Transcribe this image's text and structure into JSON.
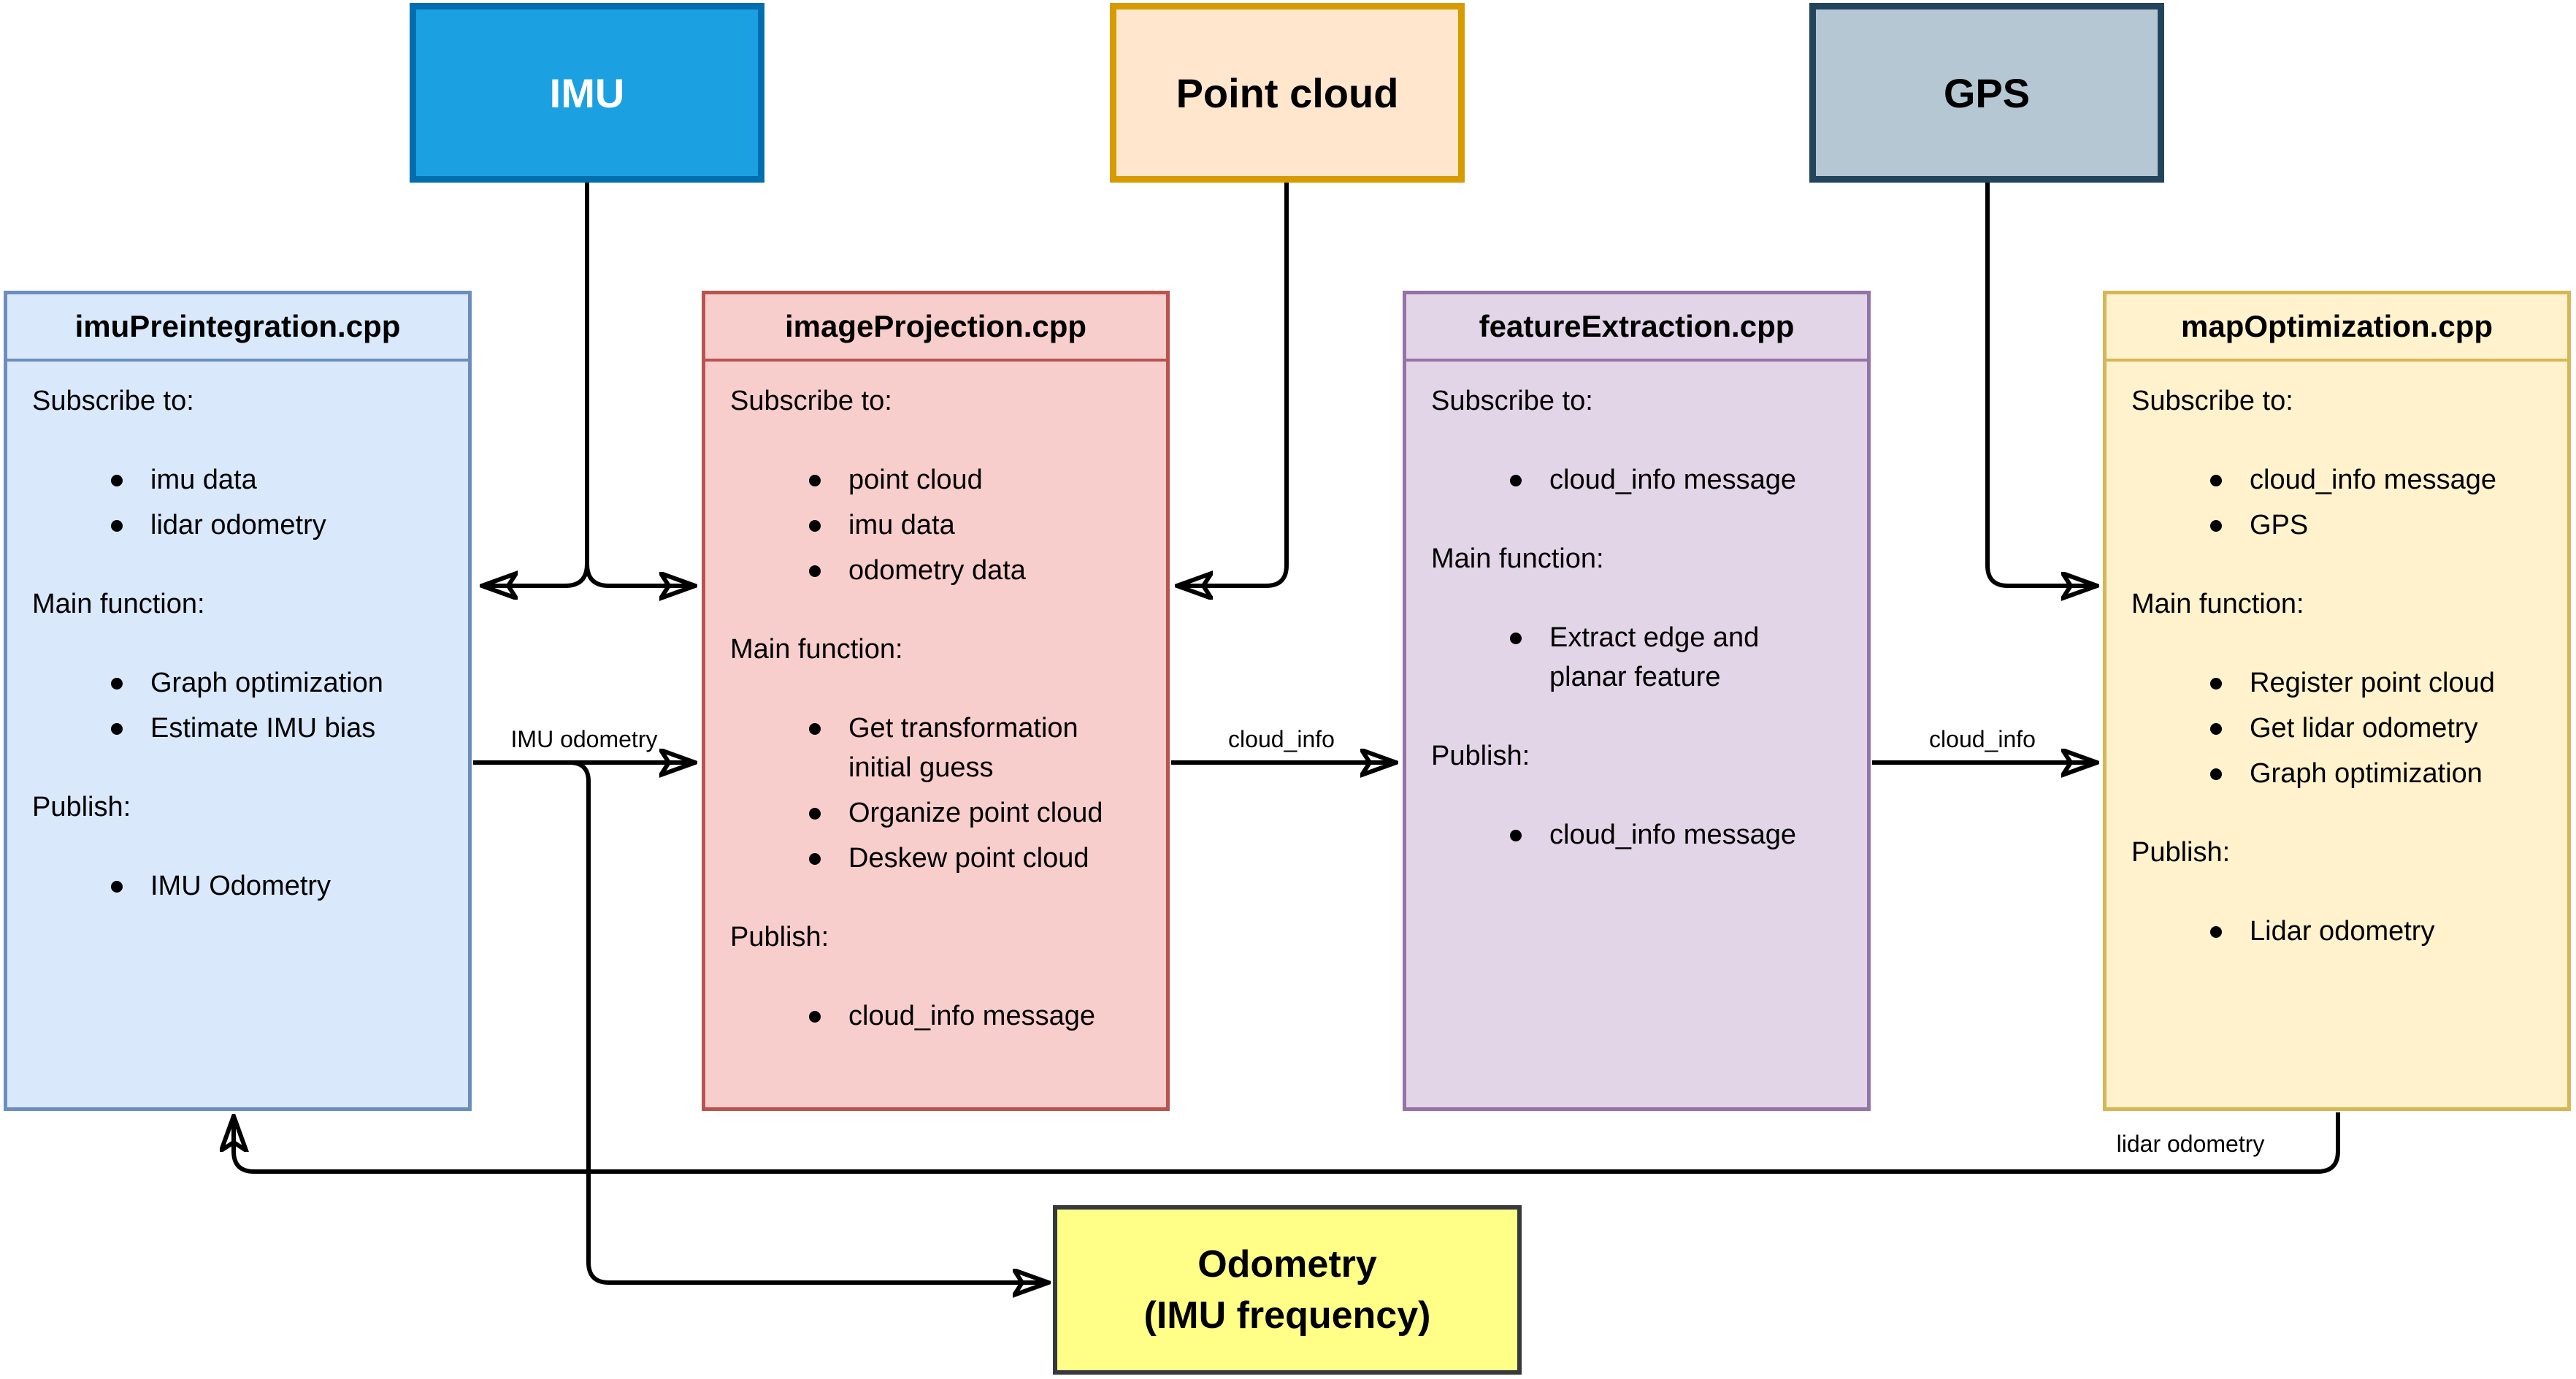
{
  "diagram": {
    "sources": [
      {
        "id": "imu",
        "label": "IMU",
        "fill": "#1ba1e2",
        "stroke": "#006eaf",
        "text_color": "#ffffff"
      },
      {
        "id": "pointcloud",
        "label": "Point cloud",
        "fill": "#ffe6cc",
        "stroke": "#d79b00",
        "text_color": "#000000"
      },
      {
        "id": "gps",
        "label": "GPS",
        "fill": "#b5c7d3",
        "stroke": "#23445d",
        "text_color": "#000000"
      }
    ],
    "modules": [
      {
        "id": "imuPreintegration",
        "title": "imuPreintegration.cpp",
        "fill": "#dae8fc",
        "stroke": "#6c8ebf",
        "sections": [
          {
            "label": "Subscribe to:",
            "items": [
              "imu data",
              "lidar odometry"
            ]
          },
          {
            "label": "Main function:",
            "items": [
              "Graph optimization",
              "Estimate IMU bias"
            ]
          },
          {
            "label": "Publish:",
            "items": [
              "IMU Odometry"
            ]
          }
        ]
      },
      {
        "id": "imageProjection",
        "title": "imageProjection.cpp",
        "fill": "#f8cecc",
        "stroke": "#b85450",
        "sections": [
          {
            "label": "Subscribe to:",
            "items": [
              "point cloud",
              "imu data",
              "odometry data"
            ]
          },
          {
            "label": "Main function:",
            "items": [
              "Get transformation\ninitial guess",
              "Organize point cloud",
              "Deskew point cloud"
            ]
          },
          {
            "label": "Publish:",
            "items": [
              "cloud_info message"
            ]
          }
        ]
      },
      {
        "id": "featureExtraction",
        "title": "featureExtraction.cpp",
        "fill": "#e1d5e7",
        "stroke": "#9673a6",
        "sections": [
          {
            "label": "Subscribe to:",
            "items": [
              "cloud_info message"
            ]
          },
          {
            "label": "Main function:",
            "items": [
              "Extract edge and\nplanar feature"
            ]
          },
          {
            "label": "Publish:",
            "items": [
              "cloud_info message"
            ]
          }
        ]
      },
      {
        "id": "mapOptimization",
        "title": "mapOptimization.cpp",
        "fill": "#fff2cc",
        "stroke": "#d6b656",
        "sections": [
          {
            "label": "Subscribe to:",
            "items": [
              "cloud_info message",
              "GPS"
            ]
          },
          {
            "label": "Main function:",
            "items": [
              "Register point cloud",
              "Get lidar odometry",
              "Graph optimization"
            ]
          },
          {
            "label": "Publish:",
            "items": [
              "Lidar odometry"
            ]
          }
        ]
      }
    ],
    "output": {
      "id": "odometry-output",
      "label": "Odometry\n(IMU frequency)",
      "fill": "#ffff88",
      "stroke": "#36393d"
    },
    "edge_labels": [
      {
        "id": "imu-odometry",
        "text": "IMU odometry"
      },
      {
        "id": "cloud-info-1",
        "text": "cloud_info"
      },
      {
        "id": "cloud-info-2",
        "text": "cloud_info"
      },
      {
        "id": "lidar-odometry",
        "text": "lidar odometry"
      }
    ]
  }
}
